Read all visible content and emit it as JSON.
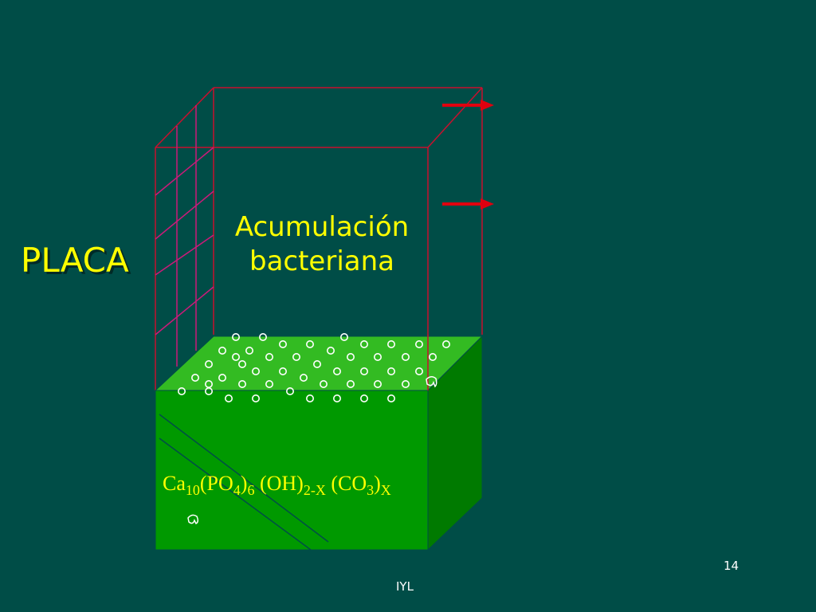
{
  "slide": {
    "title": "PLACA",
    "box_label_line1": "Acumulación",
    "box_label_line2": "bacteriana",
    "formula": {
      "ca": "Ca",
      "ca_sub": "10",
      "po": "(PO",
      "po_sub": "4",
      "po_close": ")",
      "po_group_sub": "6",
      "oh": " (OH)",
      "oh_sub": "2-X",
      "co": " (CO",
      "co_sub": "3",
      "co_close": ")",
      "co_group_sub": "X"
    },
    "page_number": "14",
    "footer": "IYL"
  },
  "colors": {
    "background": "#004d47",
    "text": "#ffff00",
    "wireframe": "#c8102e",
    "arrow": "#e0000f",
    "block_front": "#009900",
    "block_top": "#33bb22",
    "block_side": "#007a00",
    "bacteria": "#ffffff"
  },
  "icons": [
    "arrow-right-icon",
    "arrow-right-icon",
    "bacteria-circle-icon"
  ]
}
